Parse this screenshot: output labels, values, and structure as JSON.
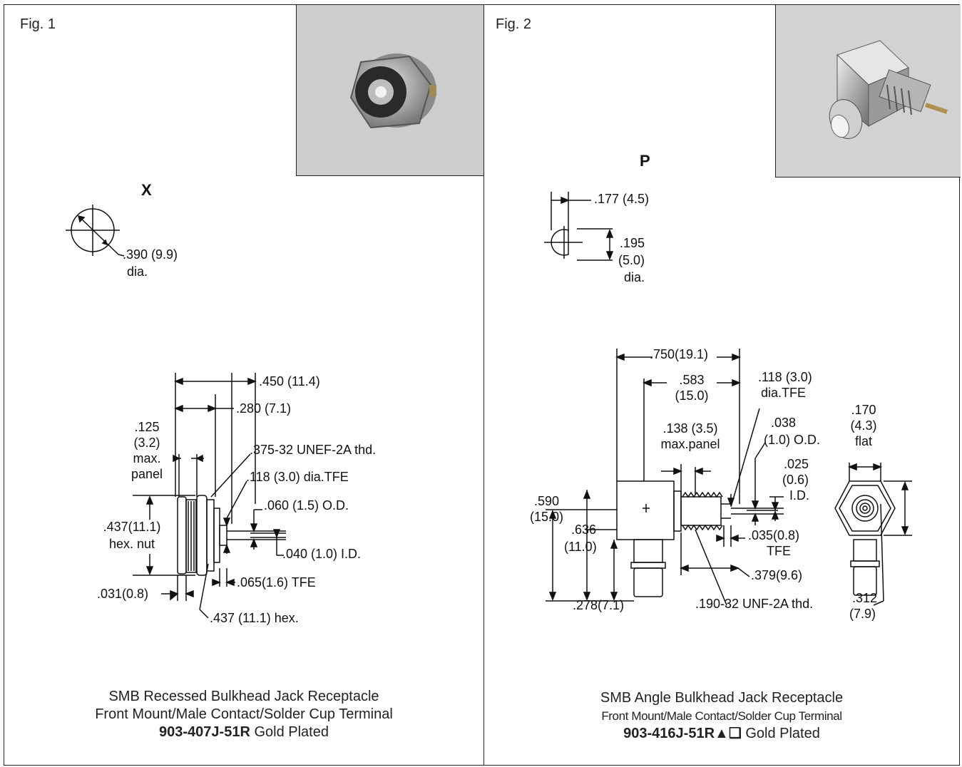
{
  "fig1": {
    "label": "Fig. 1",
    "panel_cutout_letter": "X",
    "dims": {
      "cutout_dia_value": ".390 (9.9)",
      "cutout_dia_unit": "dia.",
      "overall_length": ".450 (11.4)",
      "length_to_nut": ".280 (7.1)",
      "max_panel_1": ".125",
      "max_panel_2": "(3.2)",
      "max_panel_3": "max.",
      "max_panel_4": "panel",
      "thread": ".375-32 UNEF-2A thd.",
      "tfe_dia": ".118 (3.0) dia.TFE",
      "contact_od": ".060 (1.5) O.D.",
      "hex_nut_1": ".437(11.1)",
      "hex_nut_2": "hex. nut",
      "contact_id": ".040 (1.0) I.D.",
      "flange": ".031(0.8)",
      "tfe_len": ".065(1.6) TFE",
      "hex": ".437 (11.1) hex."
    },
    "caption": {
      "line1": "SMB Recessed Bulkhead Jack Receptacle",
      "line2": "Front Mount/Male Contact/Solder Cup Terminal",
      "part_number": "903-407J-51R",
      "plating": " Gold Plated"
    }
  },
  "fig2": {
    "label": "Fig. 2",
    "panel_cutout_letter": "P",
    "dims": {
      "cutout_width": ".177 (4.5)",
      "cutout_dia_1": ".195",
      "cutout_dia_2": "(5.0)",
      "cutout_dia_3": "dia.",
      "overall_length": ".750(19.1)",
      "len_583_1": ".583",
      "len_583_2": "(15.0)",
      "tfe_dia_1": ".118 (3.0)",
      "tfe_dia_2": "dia.TFE",
      "flat_1": ".170",
      "flat_2": "(4.3)",
      "flat_3": "flat",
      "od_1": ".038",
      "od_2": "(1.0) O.D.",
      "max_panel_1": ".138 (3.5)",
      "max_panel_2": "max.panel",
      "id_1": ".025",
      "id_2": "(0.6)",
      "id_3": "I.D.",
      "h590_1": ".590",
      "h590_2": "(15.0)",
      "h636_1": ".636",
      "h636_2": "(11.0)",
      "tfe_035_1": ".035(0.8)",
      "tfe_035_2": "TFE",
      "len_379": ".379(9.6)",
      "h278": ".278(7.1)",
      "thread": ".190-32 UNF-2A thd.",
      "w312_1": ".312",
      "w312_2": "(7.9)"
    },
    "caption": {
      "line1": "SMB Angle Bulkhead Jack Receptacle",
      "line2": "Front Mount/Male Contact/Solder Cup Terminal",
      "part_number": "903-416J-51R▲❑",
      "plating": " Gold Plated"
    }
  },
  "colors": {
    "photo_bg": "#cfcfcf",
    "ink": "#111111"
  },
  "icons": [
    "product-photo-bulkhead-jack",
    "product-photo-angle-jack",
    "panel-cutout-drawing",
    "dimension-drawing"
  ]
}
